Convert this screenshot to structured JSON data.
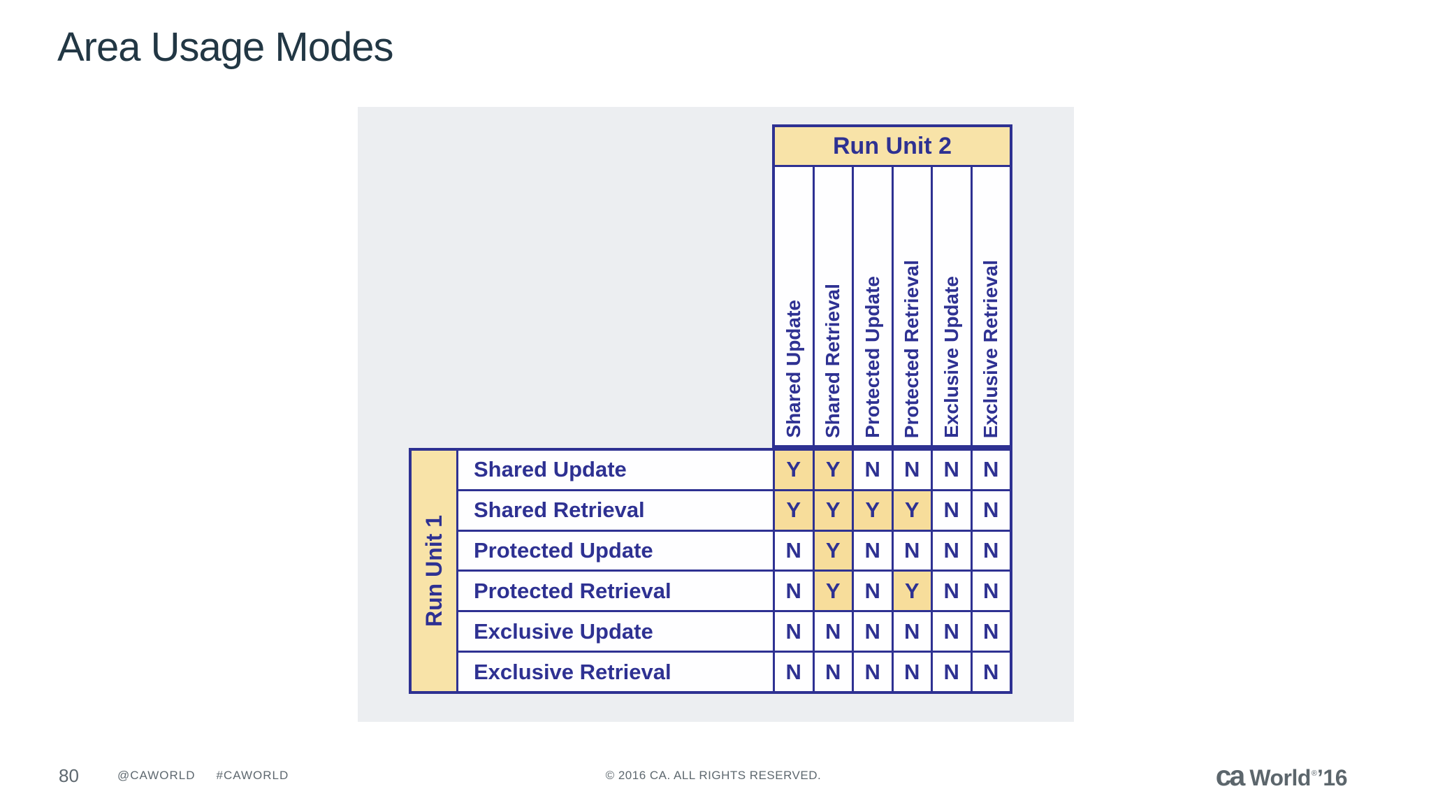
{
  "slide": {
    "title": "Area Usage Modes"
  },
  "matrix": {
    "col_group_title": "Run Unit 2",
    "row_group_title": "Run Unit 1",
    "columns": [
      "Shared Update",
      "Shared Retrieval",
      "Protected Update",
      "Protected Retrieval",
      "Exclusive Update",
      "Exclusive Retrieval"
    ],
    "rows": [
      {
        "label": "Shared Update",
        "values": [
          "Y",
          "Y",
          "N",
          "N",
          "N",
          "N"
        ]
      },
      {
        "label": "Shared Retrieval",
        "values": [
          "Y",
          "Y",
          "Y",
          "Y",
          "N",
          "N"
        ]
      },
      {
        "label": "Protected Update",
        "values": [
          "N",
          "Y",
          "N",
          "N",
          "N",
          "N"
        ]
      },
      {
        "label": "Protected Retrieval",
        "values": [
          "N",
          "Y",
          "N",
          "Y",
          "N",
          "N"
        ]
      },
      {
        "label": "Exclusive Update",
        "values": [
          "N",
          "N",
          "N",
          "N",
          "N",
          "N"
        ]
      },
      {
        "label": "Exclusive Retrieval",
        "values": [
          "N",
          "N",
          "N",
          "N",
          "N",
          "N"
        ]
      }
    ],
    "colors": {
      "navy": "#2E3192",
      "header_tan": "#F8E3A8",
      "yes_highlight": "#F7DD9B",
      "cell_white": "#FEFEFF",
      "panel_gray": "#ECEEF1",
      "title_color": "#223744",
      "footer_gray": "#5E686F"
    }
  },
  "footer": {
    "page_number": "80",
    "handle": "@CAWORLD",
    "hashtag": "#CAWORLD",
    "copyright": "© 2016 CA. ALL RIGHTS RESERVED.",
    "logo": {
      "ca": "ca",
      "world": "World",
      "reg": "®",
      "year": "’16"
    }
  }
}
